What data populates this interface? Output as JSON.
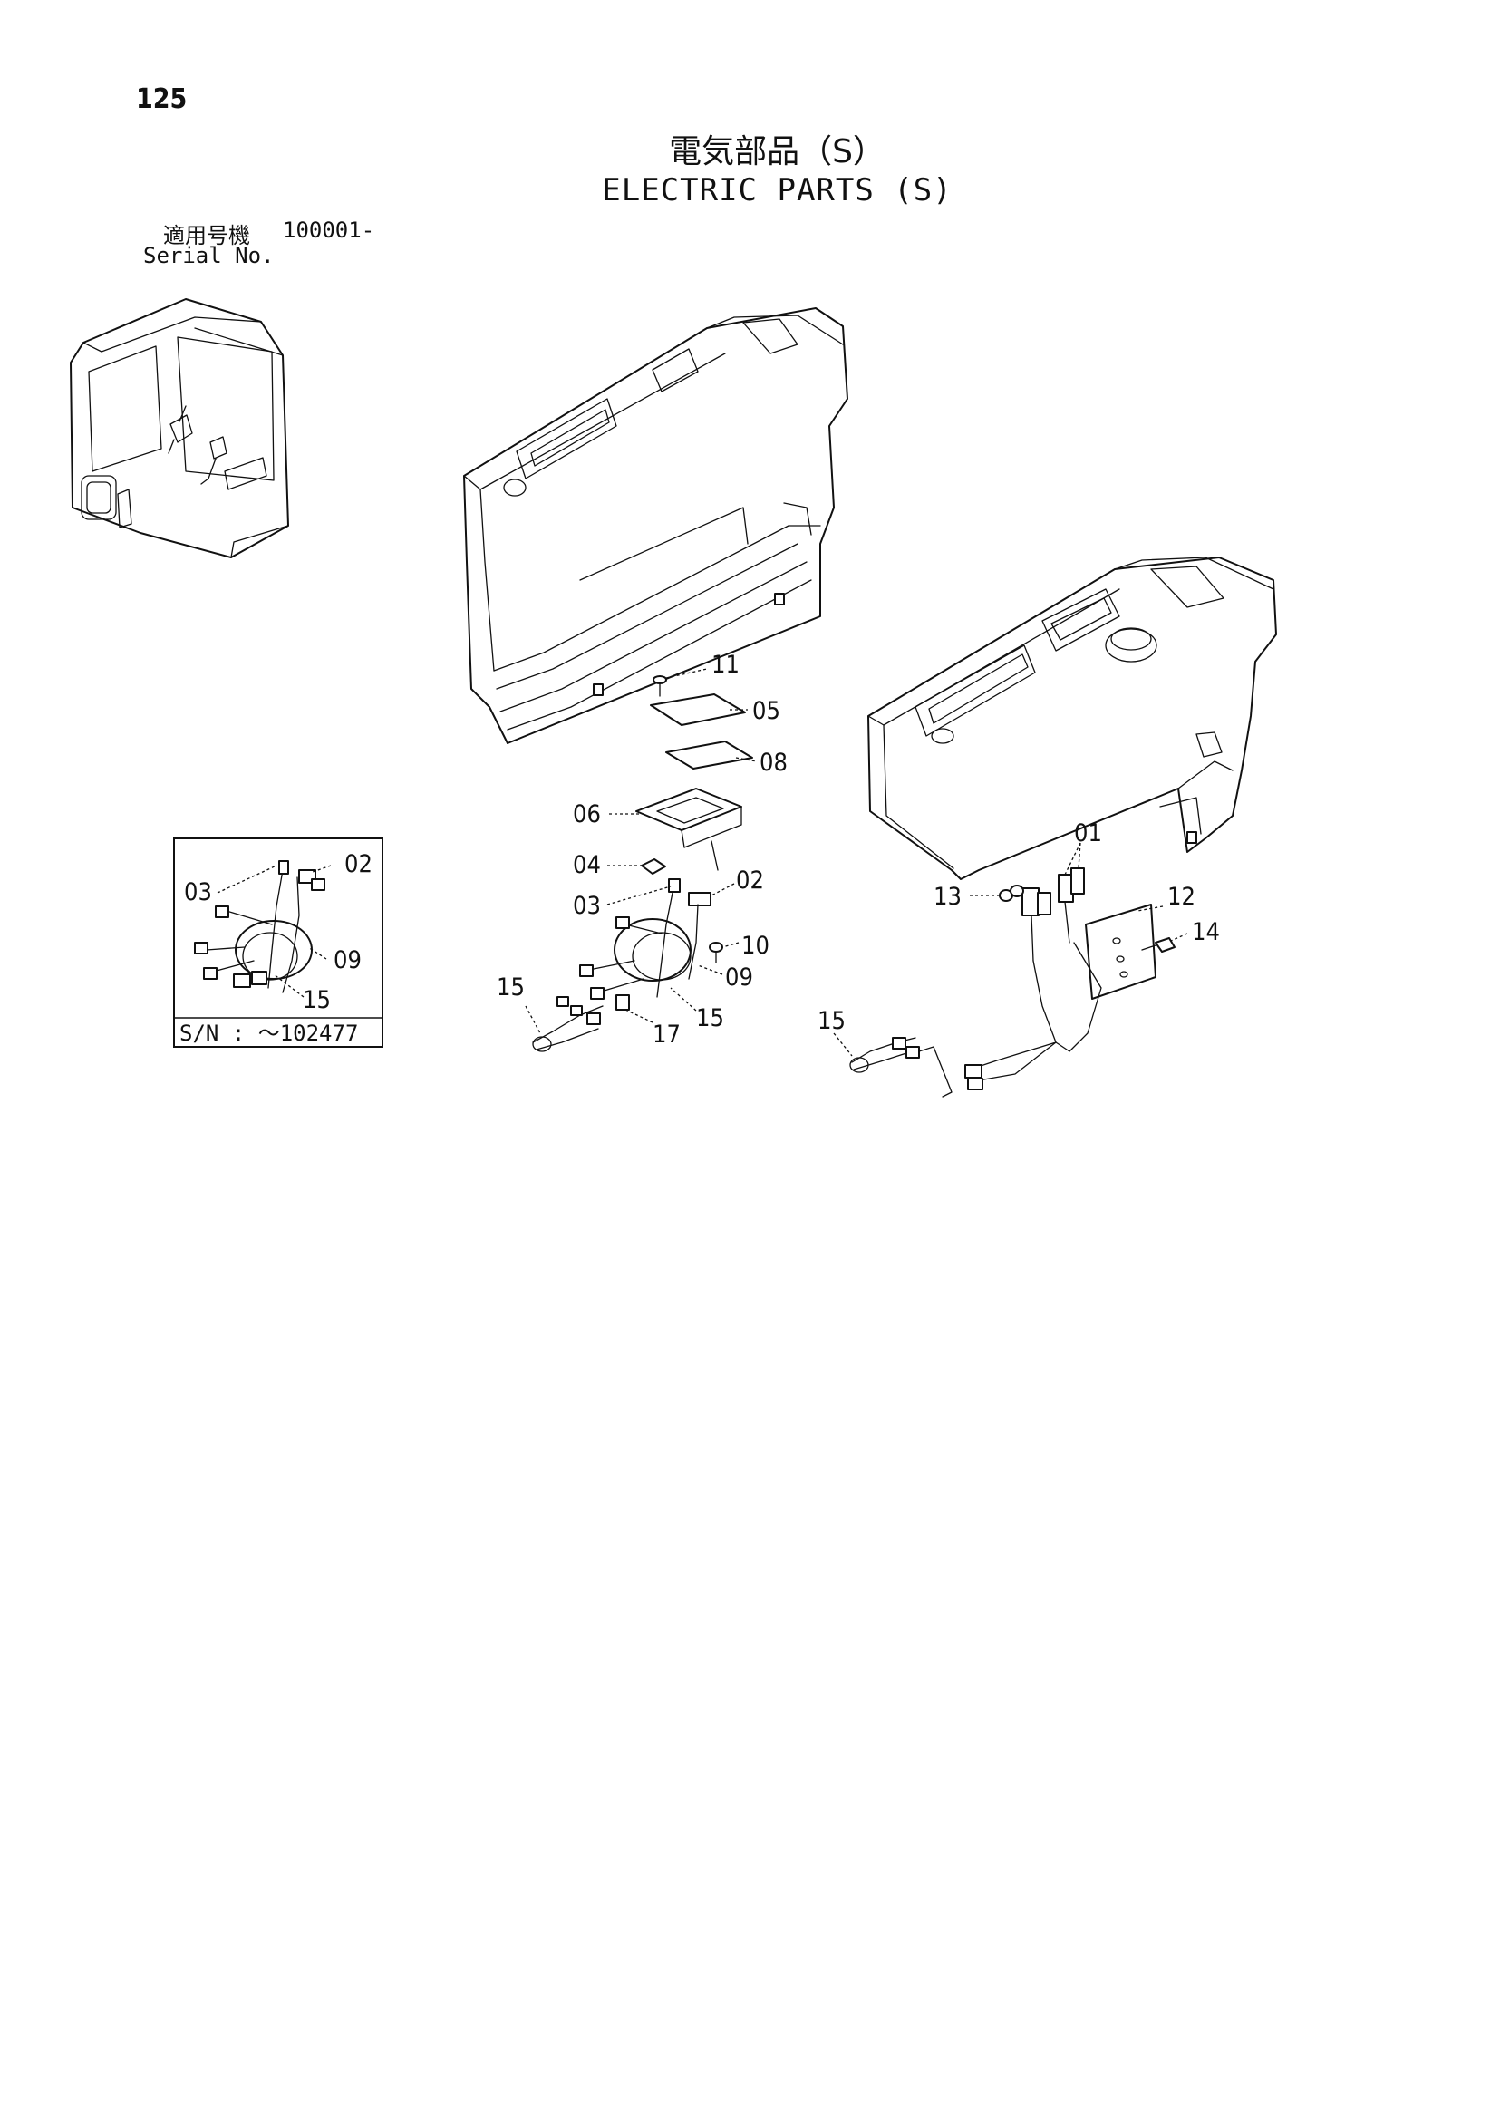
{
  "header": {
    "page_number": "125",
    "title_jp": "電気部品（S）",
    "title_en": "ELECTRIC PARTS (S)",
    "serial_label_jp": "適用号機",
    "serial_range": "100001-",
    "serial_label_en": "Serial No."
  },
  "inset": {
    "callouts": [
      "03",
      "02",
      "09",
      "15"
    ],
    "serial_note": "S/N : ～102477"
  },
  "callouts": {
    "c01": "01",
    "c02": "02",
    "c03": "03",
    "c04": "04",
    "c05": "05",
    "c06": "06",
    "c08": "08",
    "c09": "09",
    "c10": "10",
    "c11": "11",
    "c12": "12",
    "c13": "13",
    "c14": "14",
    "c15a": "15",
    "c15b": "15",
    "c15c": "15",
    "c17": "17"
  }
}
